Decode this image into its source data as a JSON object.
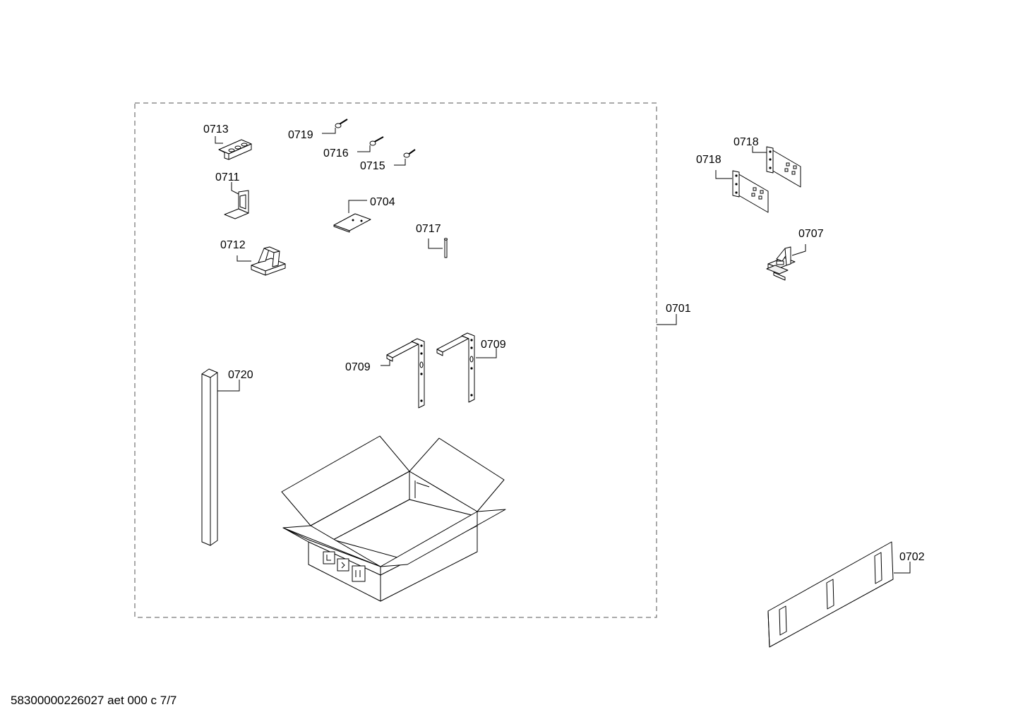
{
  "diagram": {
    "part_labels": {
      "p0713": "0713",
      "p0719": "0719",
      "p0716": "0716",
      "p0715": "0715",
      "p0711": "0711",
      "p0704": "0704",
      "p0717": "0717",
      "p0712": "0712",
      "p0709a": "0709",
      "p0709b": "0709",
      "p0720": "0720",
      "p0701": "0701",
      "p0718a": "0718",
      "p0718b": "0718",
      "p0707": "0707",
      "p0702": "0702"
    },
    "footer": "58300000226027 aet 000 c 7/7"
  }
}
